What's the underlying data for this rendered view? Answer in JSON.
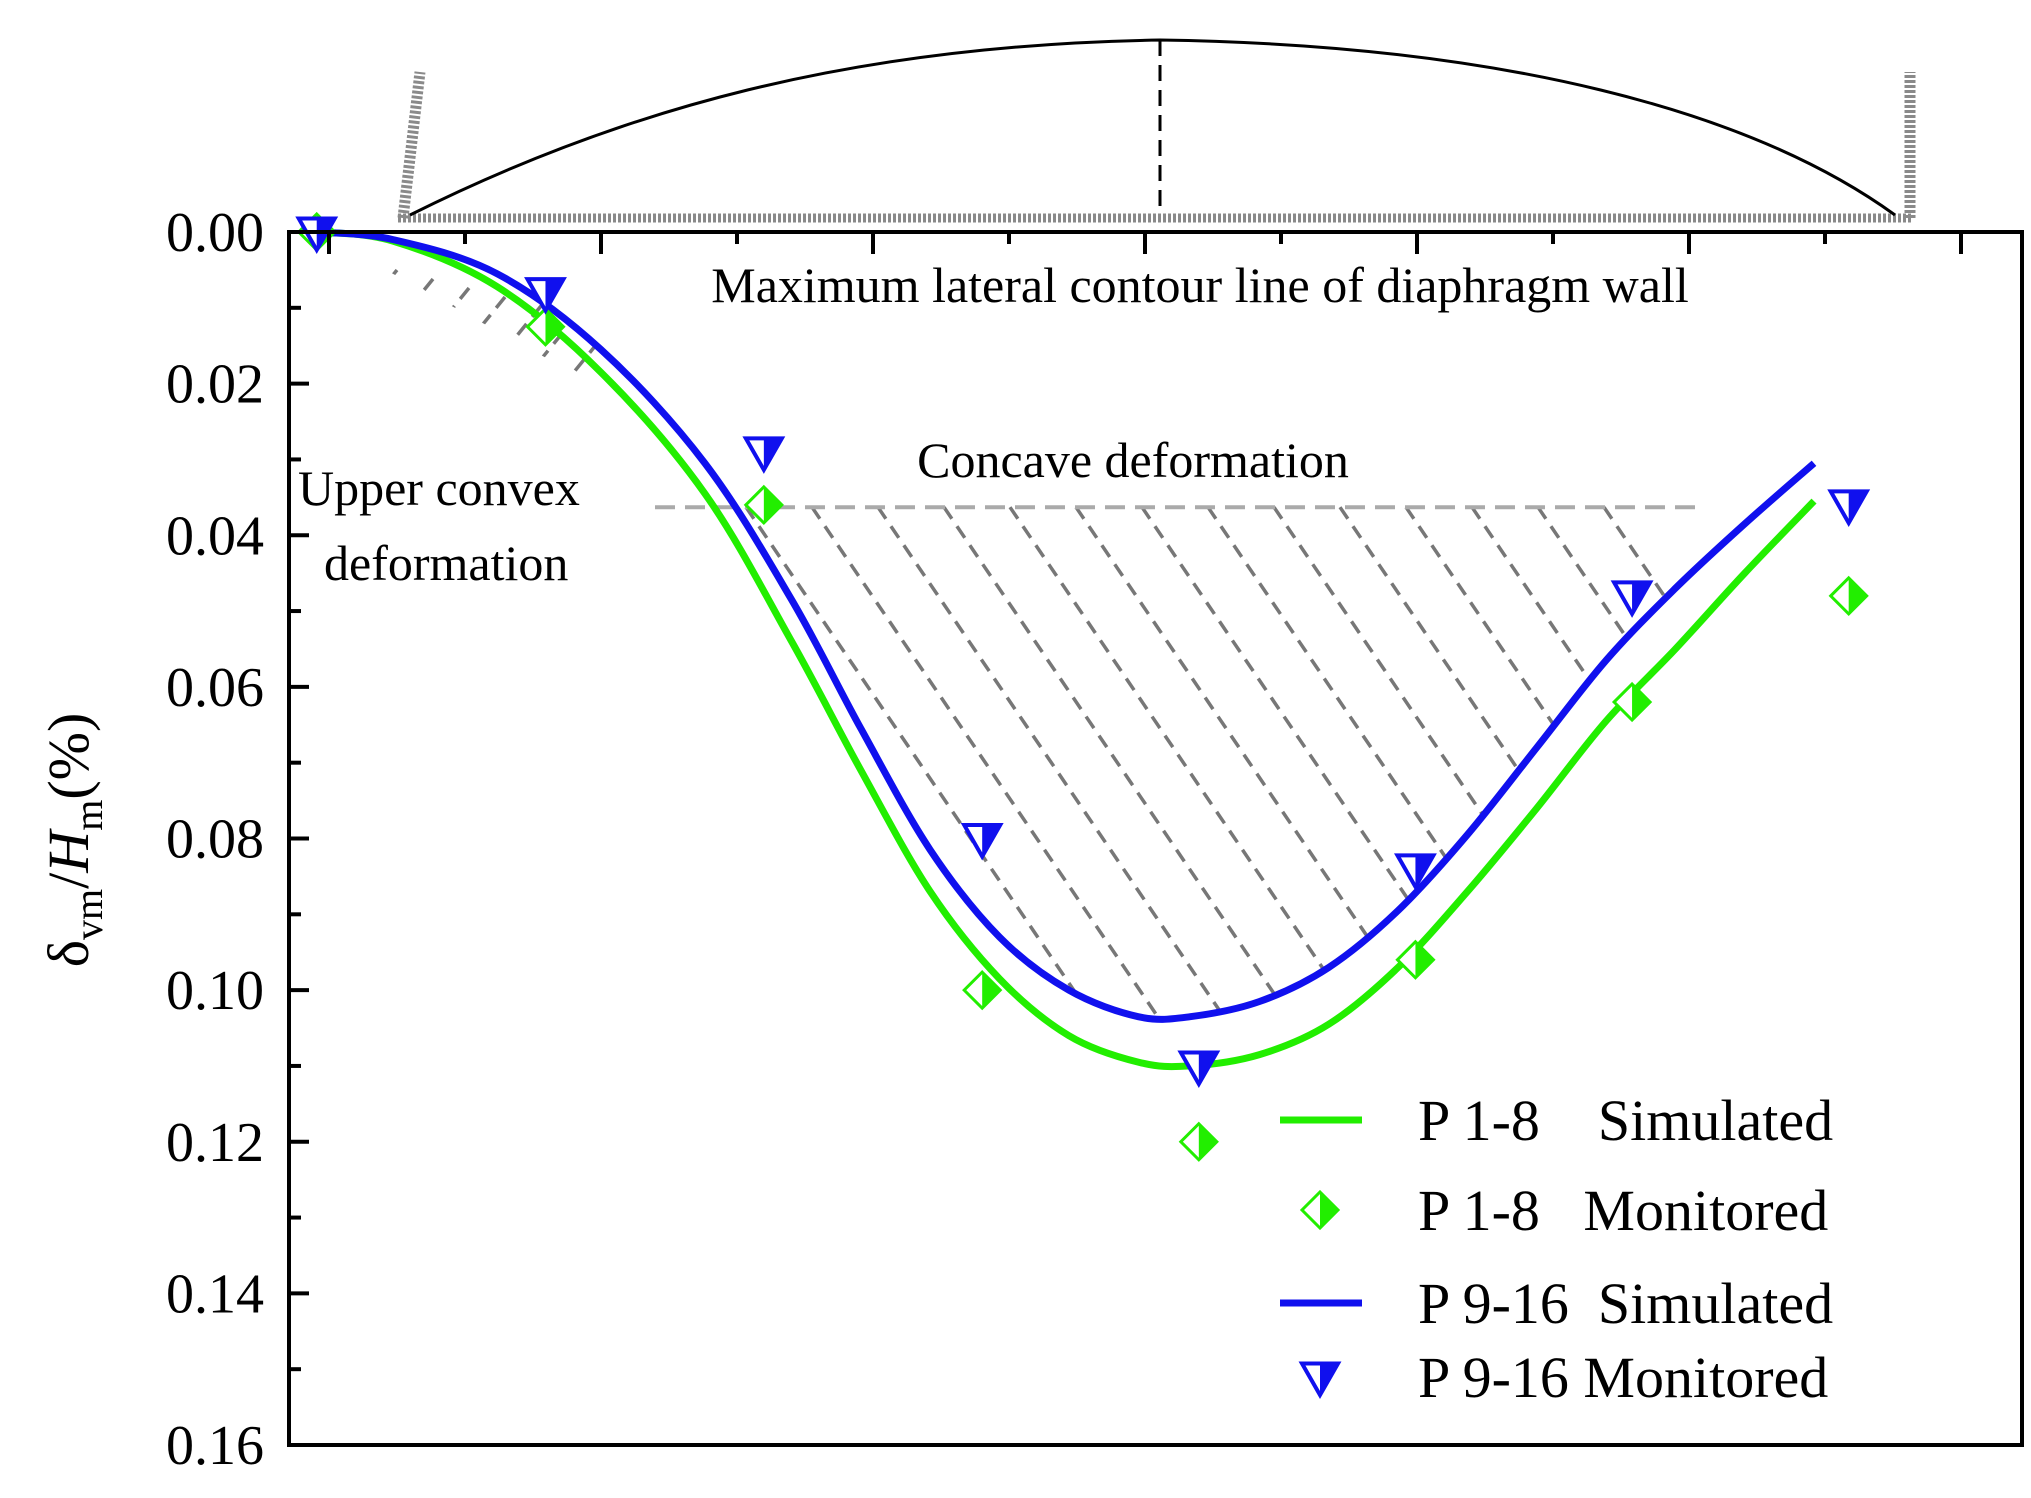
{
  "chart_data": {
    "type": "line",
    "title": "",
    "xlabel": "",
    "ylabel_parts": {
      "base": "δ",
      "sub1": "vm",
      "mid": "/",
      "italic": "H",
      "sub2": "m",
      "tail": "(%)"
    },
    "x_range": [
      0,
      1
    ],
    "ylim": [
      0,
      0.16
    ],
    "y_inverted": true,
    "y_ticks": [
      0,
      0.02,
      0.04,
      0.06,
      0.08,
      0.1,
      0.12,
      0.14,
      0.16
    ],
    "y_tick_labels": [
      "0.00",
      "0.02",
      "0.04",
      "0.06",
      "0.08",
      "0.10",
      "0.12",
      "0.14",
      "0.16"
    ],
    "grid": false,
    "legend_position": "bottom-right",
    "annotations": {
      "contour": "Maximum lateral contour line of diaphragm wall",
      "concave": "Concave deformation",
      "convex_line1": "Upper convex",
      "convex_line2": "deformation"
    },
    "threshold_depth": 0.0363,
    "series": [
      {
        "name": "P 1-8    Simulated",
        "kind": "line",
        "color": "#22ee00",
        "x": [
          0.016,
          0.06,
          0.12,
          0.18,
          0.24,
          0.29,
          0.33,
          0.37,
          0.41,
          0.45,
          0.49,
          0.52,
          0.56,
          0.6,
          0.64,
          0.68,
          0.72,
          0.76,
          0.8,
          0.84,
          0.88
        ],
        "values": [
          0,
          0.0012,
          0.0072,
          0.0185,
          0.0345,
          0.054,
          0.071,
          0.087,
          0.0985,
          0.106,
          0.1095,
          0.11,
          0.1085,
          0.1045,
          0.097,
          0.087,
          0.076,
          0.0645,
          0.055,
          0.045,
          0.0355
        ]
      },
      {
        "name": "P 9-16  Simulated",
        "kind": "line",
        "color": "#1010ee",
        "x": [
          0.016,
          0.06,
          0.12,
          0.18,
          0.24,
          0.29,
          0.33,
          0.37,
          0.41,
          0.45,
          0.49,
          0.52,
          0.56,
          0.6,
          0.64,
          0.68,
          0.72,
          0.76,
          0.8,
          0.84,
          0.88
        ],
        "values": [
          0,
          0.001,
          0.0055,
          0.0155,
          0.0305,
          0.0485,
          0.0655,
          0.0815,
          0.093,
          0.1,
          0.1035,
          0.1035,
          0.1015,
          0.097,
          0.0895,
          0.0795,
          0.068,
          0.0565,
          0.047,
          0.0385,
          0.0305
        ]
      },
      {
        "name": "P 1-8   Monitored",
        "kind": "scatter",
        "marker": "diamond",
        "color": "#22ee00",
        "x": [
          0.016,
          0.148,
          0.274,
          0.4,
          0.525,
          0.65,
          0.775,
          0.9
        ],
        "values": [
          0,
          0.0125,
          0.036,
          0.1,
          0.12,
          0.096,
          0.062,
          0.048
        ]
      },
      {
        "name": "P 9-16 Monitored",
        "kind": "scatter",
        "marker": "triangle-down",
        "color": "#1010ee",
        "x": [
          0.016,
          0.148,
          0.274,
          0.4,
          0.525,
          0.65,
          0.775,
          0.9
        ],
        "values": [
          0,
          0.008,
          0.029,
          0.08,
          0.11,
          0.084,
          0.048,
          0.036
        ]
      }
    ]
  }
}
